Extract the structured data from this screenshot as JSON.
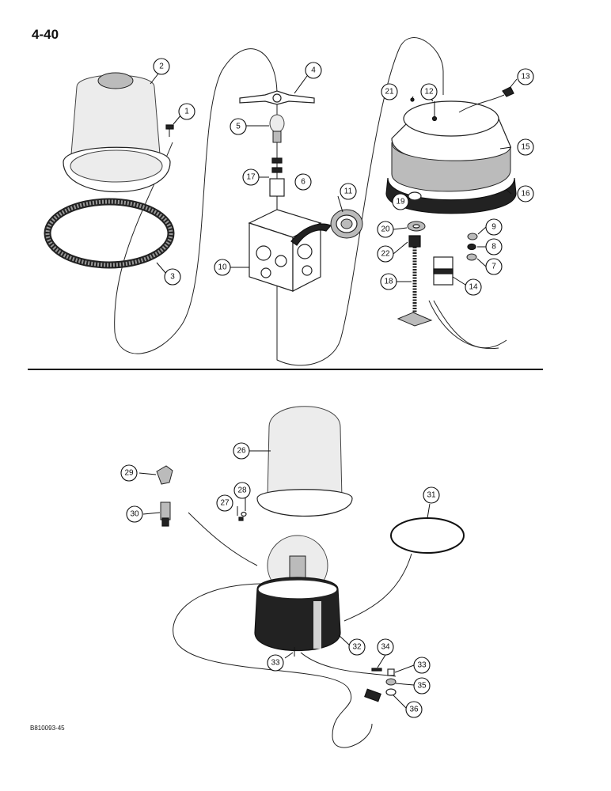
{
  "page": {
    "page_number": "4-40",
    "drawing_code": "B810093-45"
  },
  "callouts": [
    {
      "id": "1",
      "label": "1"
    },
    {
      "id": "2",
      "label": "2"
    },
    {
      "id": "3",
      "label": "3"
    },
    {
      "id": "4",
      "label": "4"
    },
    {
      "id": "5",
      "label": "5"
    },
    {
      "id": "6",
      "label": "6"
    },
    {
      "id": "7",
      "label": "7"
    },
    {
      "id": "8",
      "label": "8"
    },
    {
      "id": "9",
      "label": "9"
    },
    {
      "id": "10",
      "label": "10"
    },
    {
      "id": "11",
      "label": "11"
    },
    {
      "id": "12",
      "label": "12"
    },
    {
      "id": "13",
      "label": "13"
    },
    {
      "id": "14",
      "label": "14"
    },
    {
      "id": "15",
      "label": "15"
    },
    {
      "id": "16",
      "label": "16"
    },
    {
      "id": "17",
      "label": "17"
    },
    {
      "id": "18",
      "label": "18"
    },
    {
      "id": "19",
      "label": "19"
    },
    {
      "id": "20",
      "label": "20"
    },
    {
      "id": "21",
      "label": "21"
    },
    {
      "id": "22",
      "label": "22"
    },
    {
      "id": "26",
      "label": "26"
    },
    {
      "id": "27",
      "label": "27"
    },
    {
      "id": "28",
      "label": "28"
    },
    {
      "id": "29",
      "label": "29"
    },
    {
      "id": "30",
      "label": "30"
    },
    {
      "id": "31",
      "label": "31"
    },
    {
      "id": "32",
      "label": "32"
    },
    {
      "id": "33a",
      "label": "33"
    },
    {
      "id": "33b",
      "label": "33"
    },
    {
      "id": "34",
      "label": "34"
    },
    {
      "id": "35",
      "label": "35"
    },
    {
      "id": "36",
      "label": "36"
    }
  ]
}
